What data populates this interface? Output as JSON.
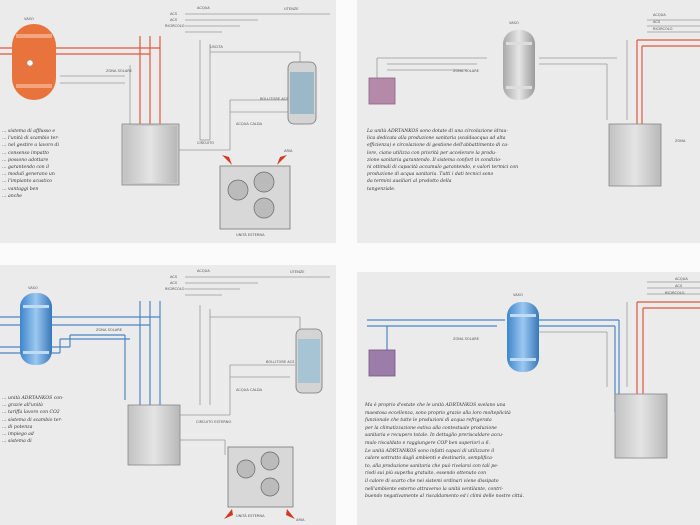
{
  "colors": {
    "hot": "#e0573c",
    "cold": "#4a86c5",
    "gray": "#999999",
    "tank_orange": "#e8733d",
    "tank_blue": "#5aa0dd",
    "tank_silver": "#bdbdbd",
    "tank_dark": "#8a8a8a"
  },
  "panels": [
    {
      "id": "p1",
      "labels": {
        "tank": "VASO",
        "feed_top": "ACQUA",
        "feed_1": "ACS",
        "feed_2": "ACS",
        "feed_3": "RICIRCOLO",
        "feed_out": "UTENZE",
        "pipe_upper": "USCITA",
        "pipe_mid": "ZONA SOLARE",
        "boiler": "BOLLITORE ACS",
        "dhw": "ACQUA CALDA",
        "coil": "CIRCUITO",
        "fan_in": "ARIA",
        "fan_out": "UNITÀ ESTERNA"
      },
      "text_lines": [
        "… sistema di afflusso e",
        "… l'unità di scambio ter-",
        "… nel gestire a lavoro di",
        "… consenso impatto",
        "… possono adottare",
        "… garantendo con il",
        "… moduli generano un",
        "… l'impianto acustico",
        "… vantaggi ben",
        "… anche"
      ]
    },
    {
      "id": "p2",
      "labels": {
        "tank": "VASO",
        "feed_1": "ACQUA",
        "feed_2": "ACS",
        "feed_3": "RICIRCOLO",
        "pipe_mid": "ZONA SOLARE",
        "right_note": "ZONA"
      },
      "text_lines": [
        "La unità ADRTANKOS sono dotate di una circolazione idrau-",
        "lica dedicata alla produzione sanitaria (scaldaacqua ad alta",
        "efficienza) e circolazione di gestione dell'abbattimento di ca-",
        "lore, ciano utilizza con priorità per accelerare la produ-",
        "zione sanitaria garantendo. Il sistema confort in condizio-",
        "ni ottimali di capacità accumulo garantendo, e valori termici con",
        "produzione di acqua sanitaria. Tutti i dati tecnici sono",
        "da termini ausiliari al prodotto della",
        "tangenziale."
      ]
    },
    {
      "id": "p3",
      "labels": {
        "tank": "VASO",
        "feed_top": "ACQUA",
        "feed_1": "ACS",
        "feed_2": "ACS",
        "feed_3": "RICIRCOLO",
        "feed_out": "UTENZE",
        "pipe_mid": "ZONA SOLARE",
        "boiler": "BOLLITORE ACS",
        "dhw": "ACQUA CALDA",
        "coil": "CIRCUITO ESTERNO",
        "fan_out": "UNITÀ ESTERNA",
        "air_out": "ARIA"
      },
      "text_lines": [
        "… unità ADRTANKOS con-",
        "… grazie all'unità",
        "… tariffa lavoro con CO2",
        "… sistema di scambio ter-",
        "… di potenza",
        "… impiego ad",
        "… sistema di"
      ]
    },
    {
      "id": "p4",
      "labels": {
        "tank": "VASO",
        "feed_1": "ACQUA",
        "feed_2": "ACS",
        "feed_3": "RICIRCOLO",
        "pipe_mid": "ZONA SOLARE"
      },
      "text_lines": [
        "Ma è proprio d'estate che le unità ADRTANKOS svelano una",
        "maestosa eccellenza, sono proprio grazie alla loro molteplicità",
        "funzionale che tutte le produzioni di acqua refrigerata",
        "per la climatizzazione estiva alla contestuale produzione",
        "sanitaria e recupero totale. In dettaglio preriscaldare accu-",
        "mulo riscaldato e raggiungere COP ben superiori a 6.",
        "Le unità ADRTANKOS sono infatti capaci di utilizzare il",
        "calore sottratto dagli ambienti e destinarlo, semplifica-",
        "to, alla produzione sanitaria che può rivelarsi con tali pe-",
        "riodi sui più superba gratuito, essendo ottenuto con",
        "il calore di scarto che nei sistemi ordinari viene dissipato",
        "nell'ambiente esterno attraverso la unità ventilante, contri-",
        "buendo negativamente al riscaldamento ed i climi delle nostre città."
      ]
    }
  ]
}
